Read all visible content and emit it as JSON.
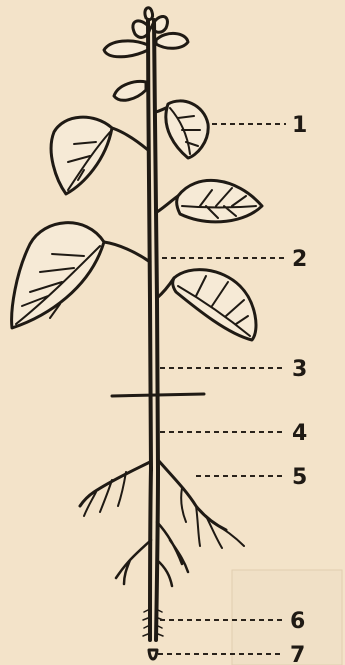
{
  "labels": [
    {
      "id": "1",
      "text": "1"
    },
    {
      "id": "2",
      "text": "2"
    },
    {
      "id": "3",
      "text": "3"
    },
    {
      "id": "4",
      "text": "4"
    },
    {
      "id": "5",
      "text": "5"
    },
    {
      "id": "6",
      "text": "6"
    },
    {
      "id": "7",
      "text": "7"
    }
  ],
  "colors": {
    "paper": "#f3e3c9",
    "ink": "#1f1a14"
  }
}
